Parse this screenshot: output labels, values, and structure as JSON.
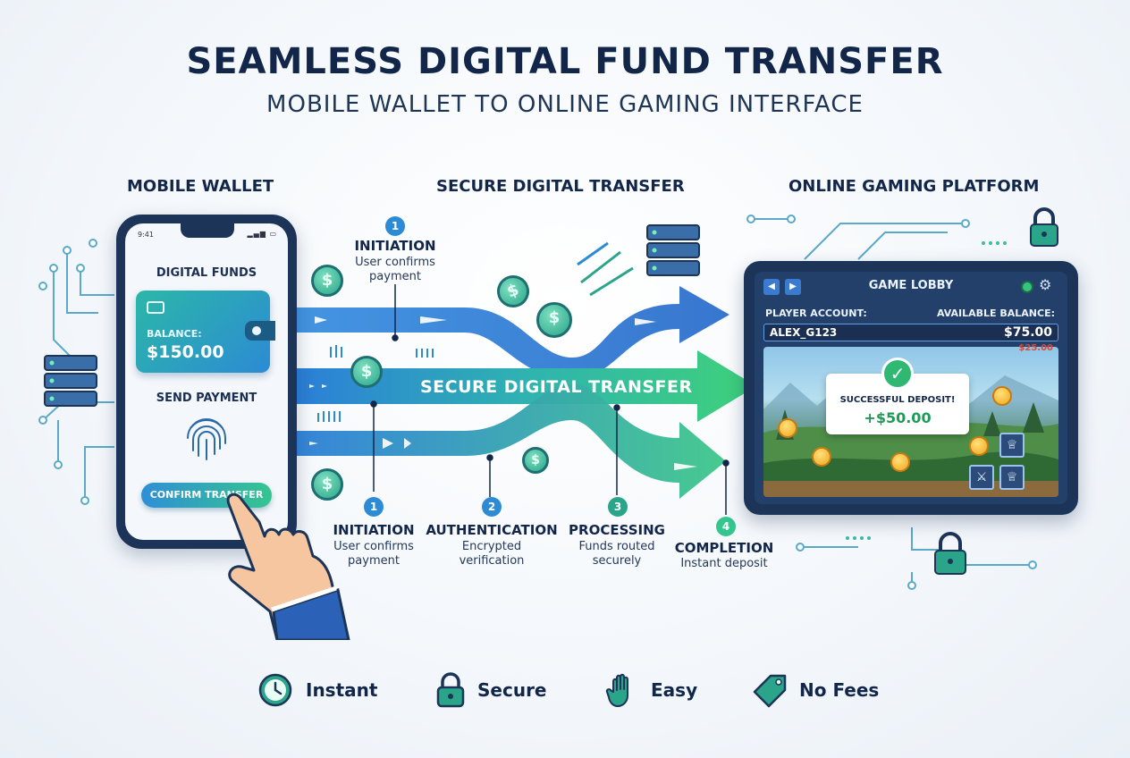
{
  "header": {
    "title": "SEAMLESS DIGITAL FUND TRANSFER",
    "subtitle": "MOBILE WALLET TO ONLINE GAMING INTERFACE"
  },
  "sections": {
    "wallet": "MOBILE WALLET",
    "transfer": "SECURE DIGITAL TRANSFER",
    "platform": "ONLINE GAMING PLATFORM"
  },
  "phone": {
    "time": "9:41",
    "digital_funds": "DIGITAL FUNDS",
    "balance_label": "BALANCE:",
    "balance": "$150.00",
    "send_payment": "SEND PAYMENT",
    "confirm": "CONFIRM TRANSFER"
  },
  "flow": {
    "center_label": "SECURE DIGITAL TRANSFER",
    "top_step": {
      "num": "1",
      "title": "INITIATION",
      "desc1": "User confirms",
      "desc2": "payment"
    },
    "steps": [
      {
        "num": "1",
        "title": "INITIATION",
        "desc1": "User confirms",
        "desc2": "payment",
        "color": "#2c8bd4"
      },
      {
        "num": "2",
        "title": "AUTHENTICATION",
        "desc1": "Encrypted",
        "desc2": "verification",
        "color": "#2c8bd4"
      },
      {
        "num": "3",
        "title": "PROCESSING",
        "desc1": "Funds routed",
        "desc2": "securely",
        "color": "#2aa58a"
      },
      {
        "num": "4",
        "title": "COMPLETION",
        "desc1": "Instant deposit",
        "desc2": "",
        "color": "#35c58f"
      }
    ]
  },
  "tablet": {
    "lobby_title": "GAME LOBBY",
    "player_label": "PLAYER ACCOUNT:",
    "balance_label": "AVAILABLE BALANCE:",
    "player_name": "ALEX_G123",
    "player_balance": "$75.00",
    "deduction": "$25.00",
    "deposit_message": "SUCCESSFUL DEPOSIT!",
    "deposit_amount": "+$50.00"
  },
  "features": [
    {
      "label": "Instant",
      "icon": "clock-icon"
    },
    {
      "label": "Secure",
      "icon": "lock-icon"
    },
    {
      "label": "Easy",
      "icon": "hand-icon"
    },
    {
      "label": "No Fees",
      "icon": "tag-icon"
    }
  ],
  "colors": {
    "navy": "#12264a",
    "blue": "#2c8bd4",
    "teal": "#2aa58a",
    "green": "#35c58f"
  }
}
